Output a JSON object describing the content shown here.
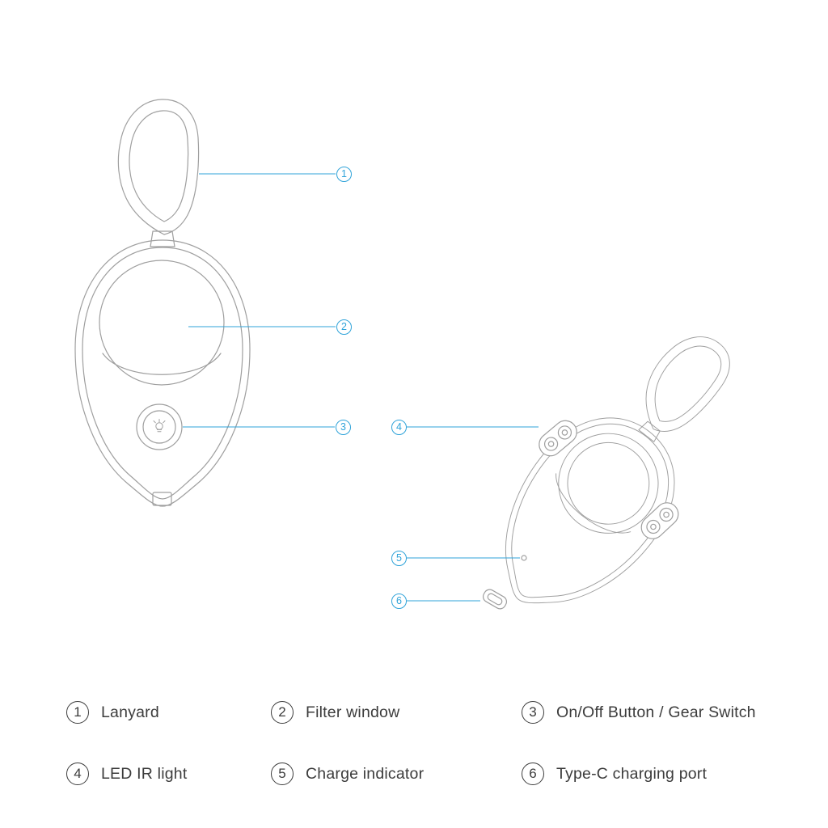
{
  "colors": {
    "callout": "#2FA3D9",
    "line_art": "#9F9F9F",
    "text": "#3C3C3C"
  },
  "callouts": [
    {
      "num": "1"
    },
    {
      "num": "2"
    },
    {
      "num": "3"
    },
    {
      "num": "4"
    },
    {
      "num": "5"
    },
    {
      "num": "6"
    }
  ],
  "legend": {
    "items": [
      {
        "num": "1",
        "label": "Lanyard"
      },
      {
        "num": "2",
        "label": "Filter window"
      },
      {
        "num": "3",
        "label": "On/Off Button / Gear Switch"
      },
      {
        "num": "4",
        "label": "LED IR light"
      },
      {
        "num": "5",
        "label": "Charge indicator"
      },
      {
        "num": "6",
        "label": "Type-C charging port"
      }
    ]
  }
}
